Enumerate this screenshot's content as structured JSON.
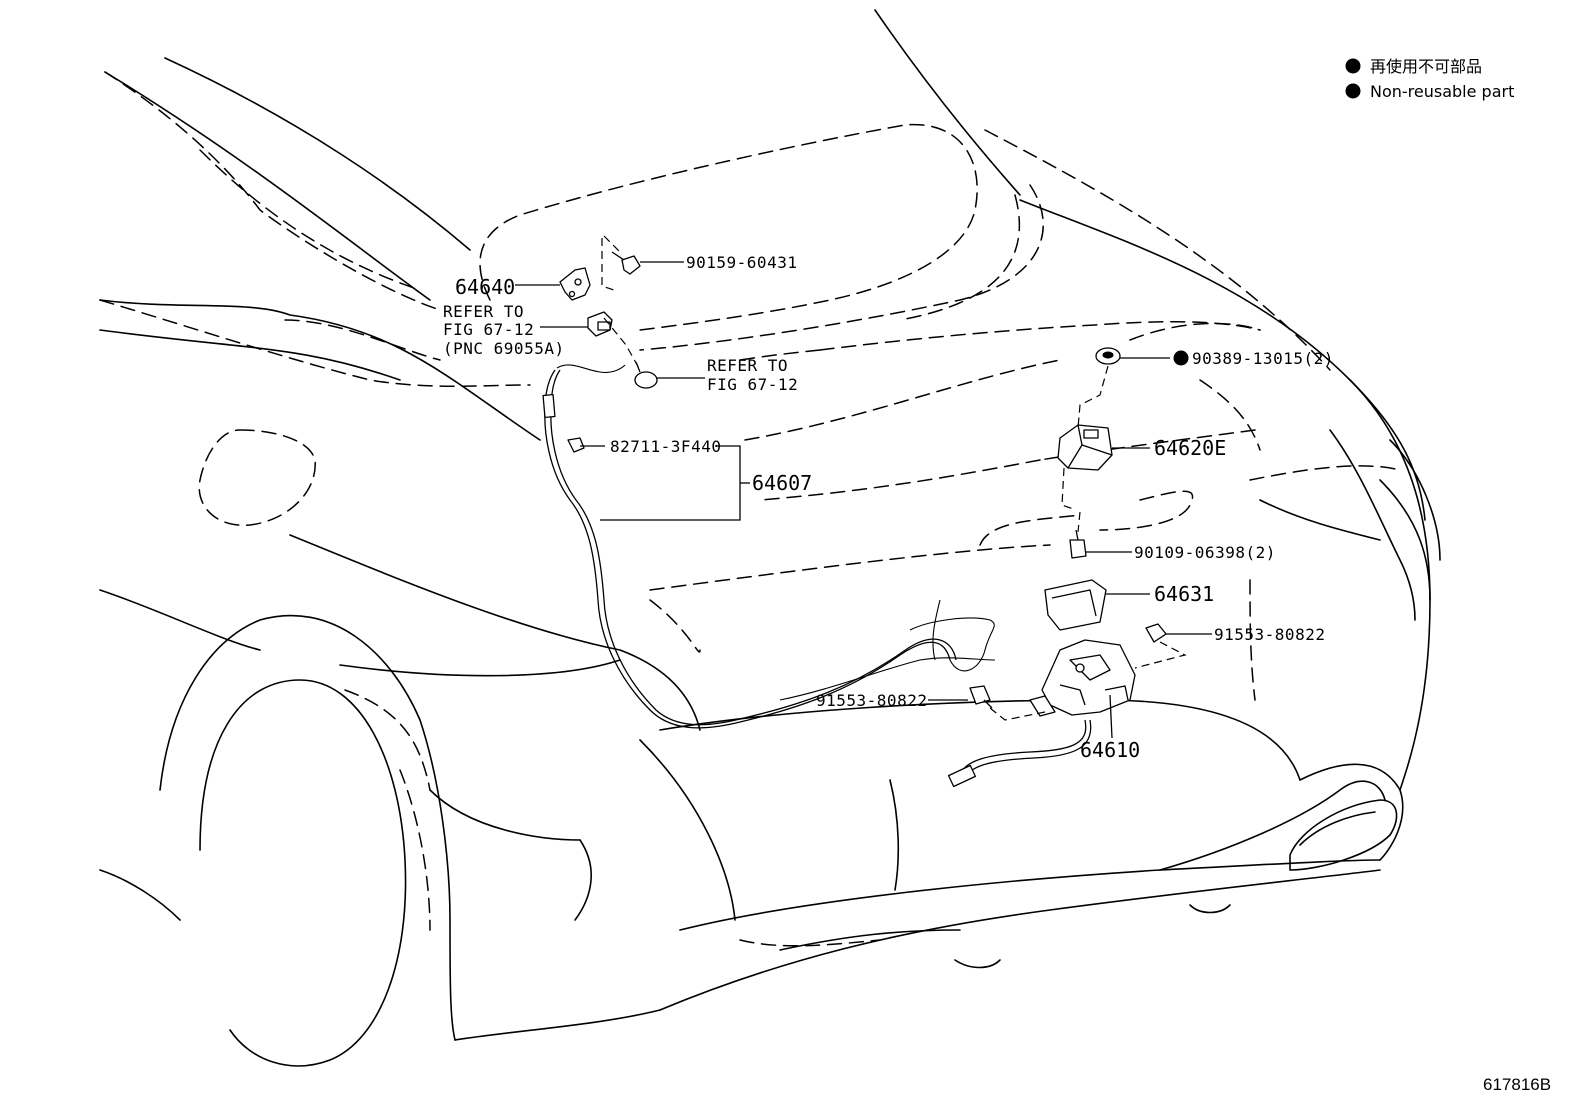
{
  "legend": {
    "items": [
      {
        "symbol": "filled-circle",
        "label": "再使用不可部品"
      },
      {
        "symbol": "filled-circle",
        "label": "Non-reusable part"
      }
    ]
  },
  "drawing_code": "617816B",
  "callouts": {
    "p64640": "64640",
    "refer1_line1": "REFER TO",
    "refer1_line2": "FIG 67-12",
    "refer1_line3": "(PNC 69055A)",
    "p90159": "90159-60431",
    "refer2_line1": "REFER TO",
    "refer2_line2": "FIG 67-12",
    "p82711": "82711-3F440",
    "p64607": "64607",
    "p90389": "90389-13015(2)",
    "p64620e": "64620E",
    "p90109": "90109-06398(2)",
    "p64631": "64631",
    "p91553_right": "91553-80822",
    "p91553_left": "91553-80822",
    "p64610": "64610"
  }
}
